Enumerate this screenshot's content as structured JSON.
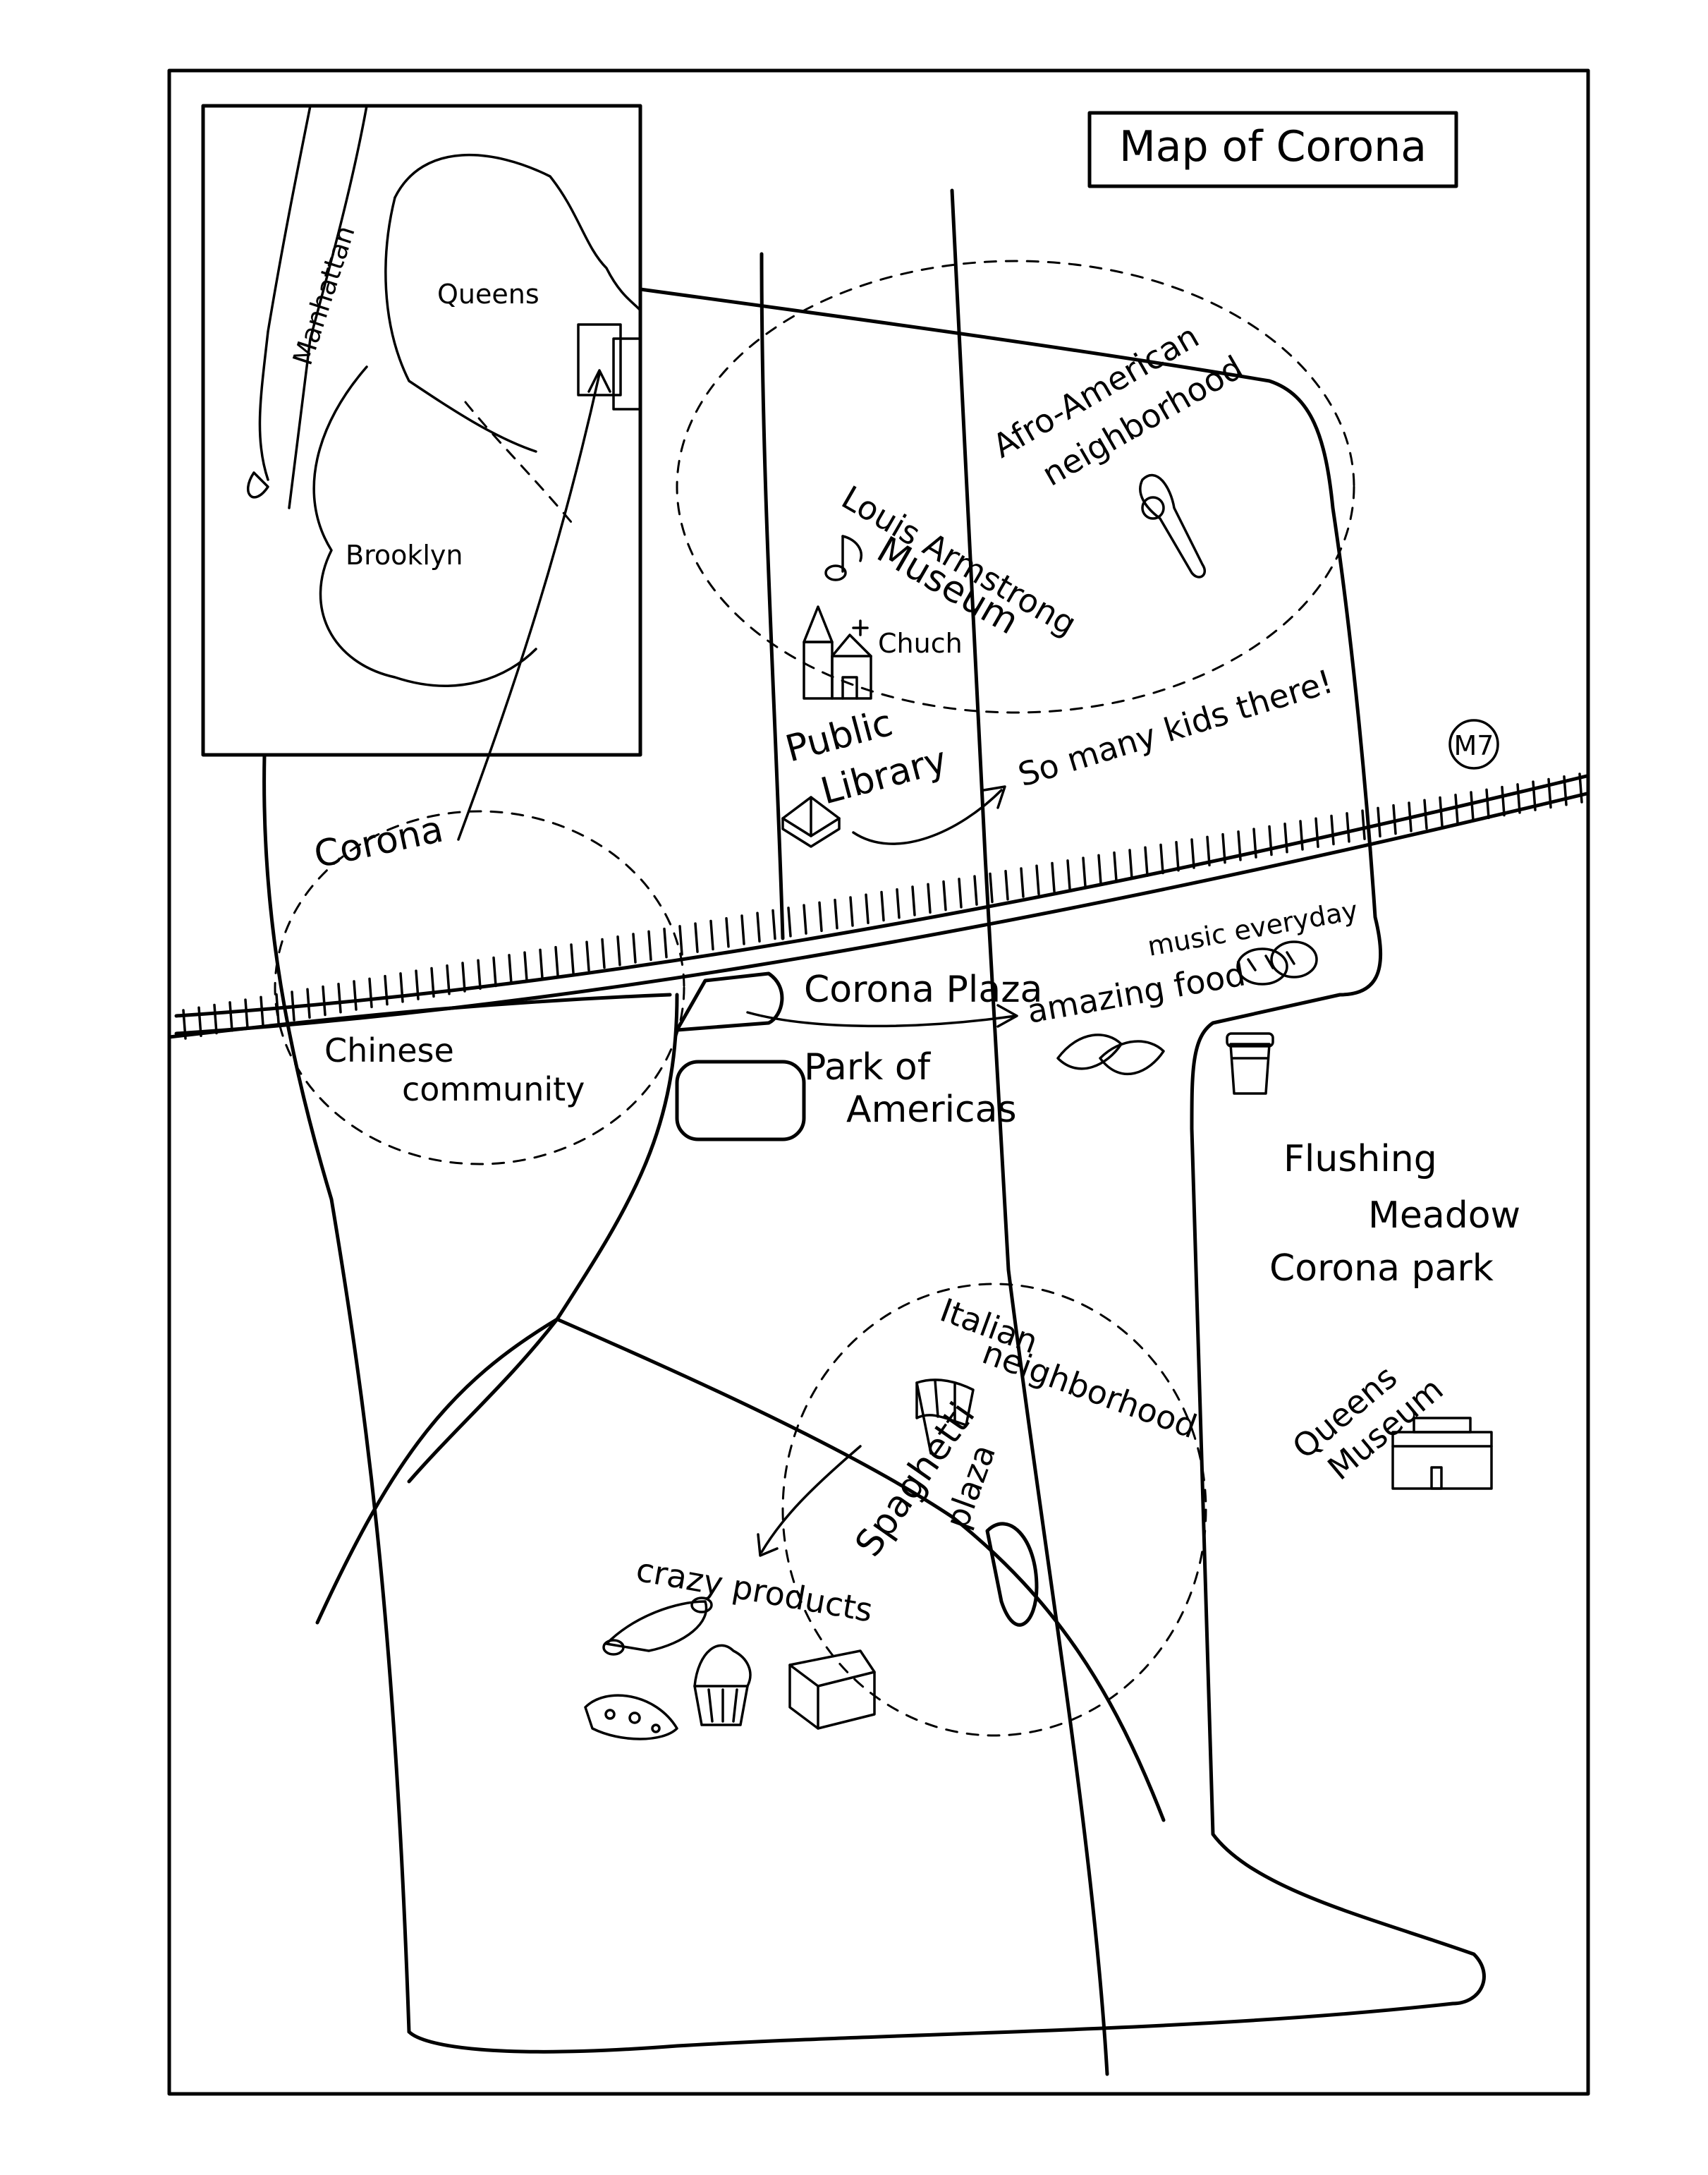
{
  "title": "Map of Corona",
  "inset_labels": {
    "manhattan": "Manhattan",
    "queens": "Queens",
    "brooklyn": "Brooklyn"
  },
  "labels": {
    "corona": "Corona",
    "chinese_line1": "Chinese",
    "chinese_line2": "community",
    "afro_line1": "Afro-American",
    "afro_line2": "neighborhood",
    "louis_line1": "Louis Armstrong",
    "louis_line2": "Museum",
    "church": "Chuch",
    "library_line1": "Public",
    "library_line2": "Library",
    "kids_note": "So many kids there!",
    "subway_line": "M7",
    "corona_plaza": "Corona Plaza",
    "music": "music everyday",
    "food": "amazing food",
    "park_americas_line1": "Park of",
    "park_americas_line2": "Americas",
    "flushing_line1": "Flushing",
    "flushing_line2": "Meadow",
    "flushing_line3": "Corona park",
    "italian_line1": "Italian",
    "italian_line2": "neighborhood",
    "queens_museum_line1": "Queens",
    "queens_museum_line2": "Museum",
    "spaghetti_line1": "Spaghetti",
    "spaghetti_line2": "plaza",
    "crazy_products": "crazy products"
  },
  "icons": [
    "music-note-icon",
    "church-icon",
    "book-icon",
    "baseball-bat-icon",
    "bread-icon",
    "taco-icon",
    "coffee-cup-icon",
    "italian-flag-icon",
    "museum-building-icon",
    "cannoli-icon",
    "cupcake-icon",
    "cheese-icon",
    "biscotti-icon"
  ]
}
